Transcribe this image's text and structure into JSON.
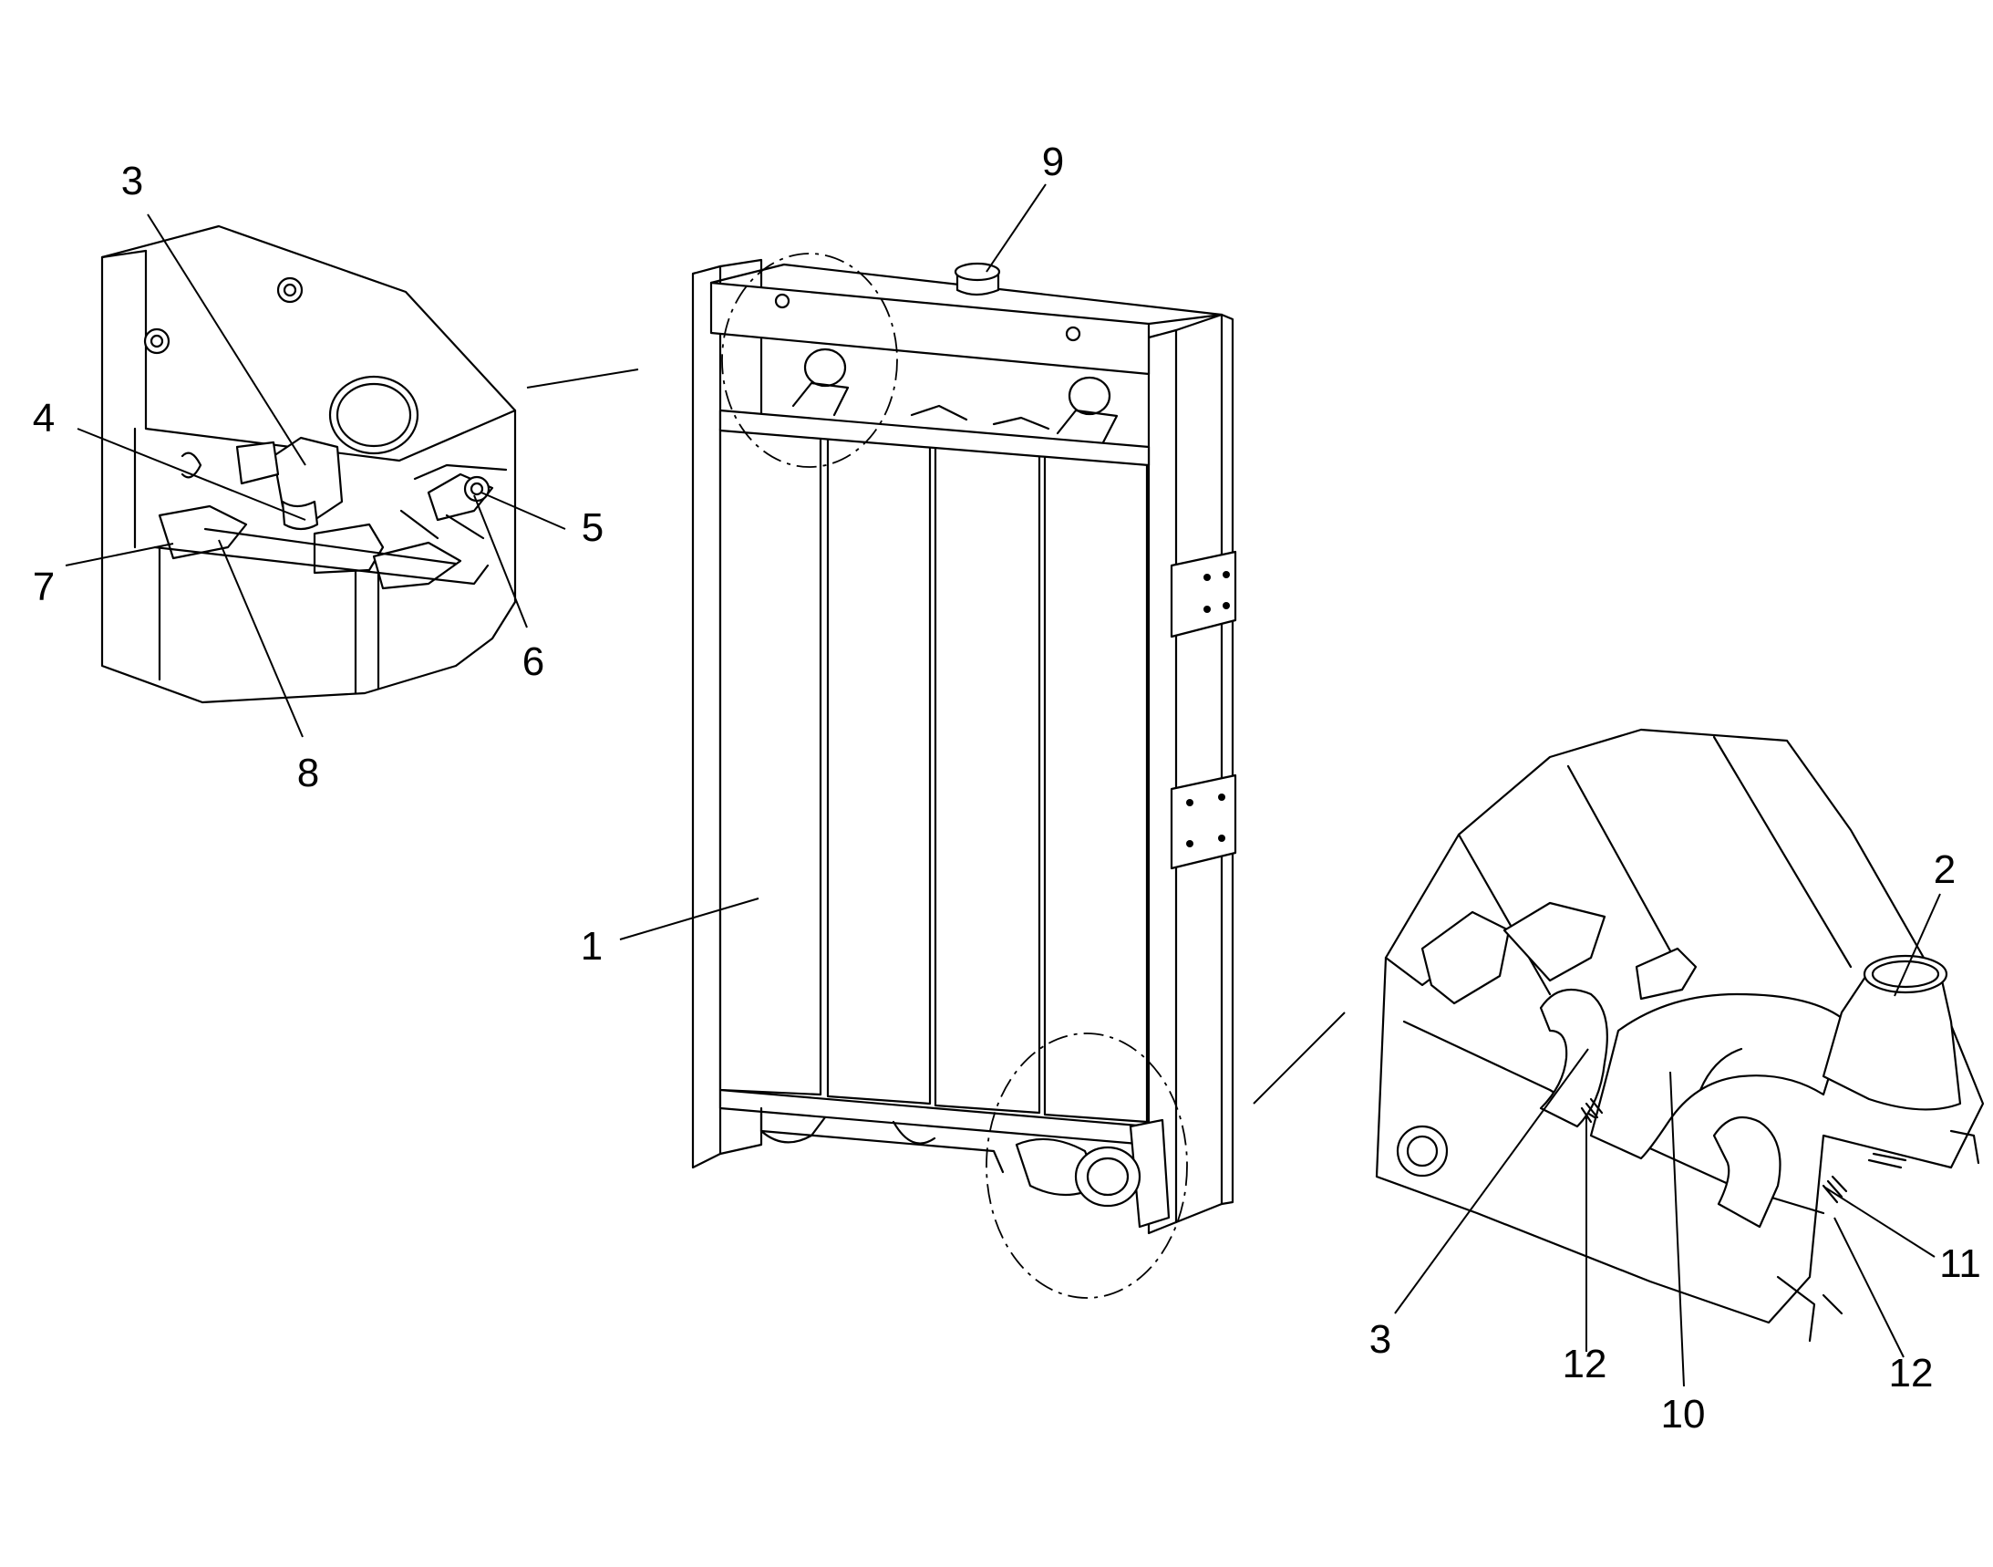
{
  "callouts": {
    "c1": "1",
    "c2": "2",
    "c3_top": "3",
    "c3_bottom": "3",
    "c4": "4",
    "c5": "5",
    "c6": "6",
    "c7": "7",
    "c8": "8",
    "c9": "9",
    "c10": "10",
    "c11": "11",
    "c12_left": "12",
    "c12_right": "12"
  }
}
